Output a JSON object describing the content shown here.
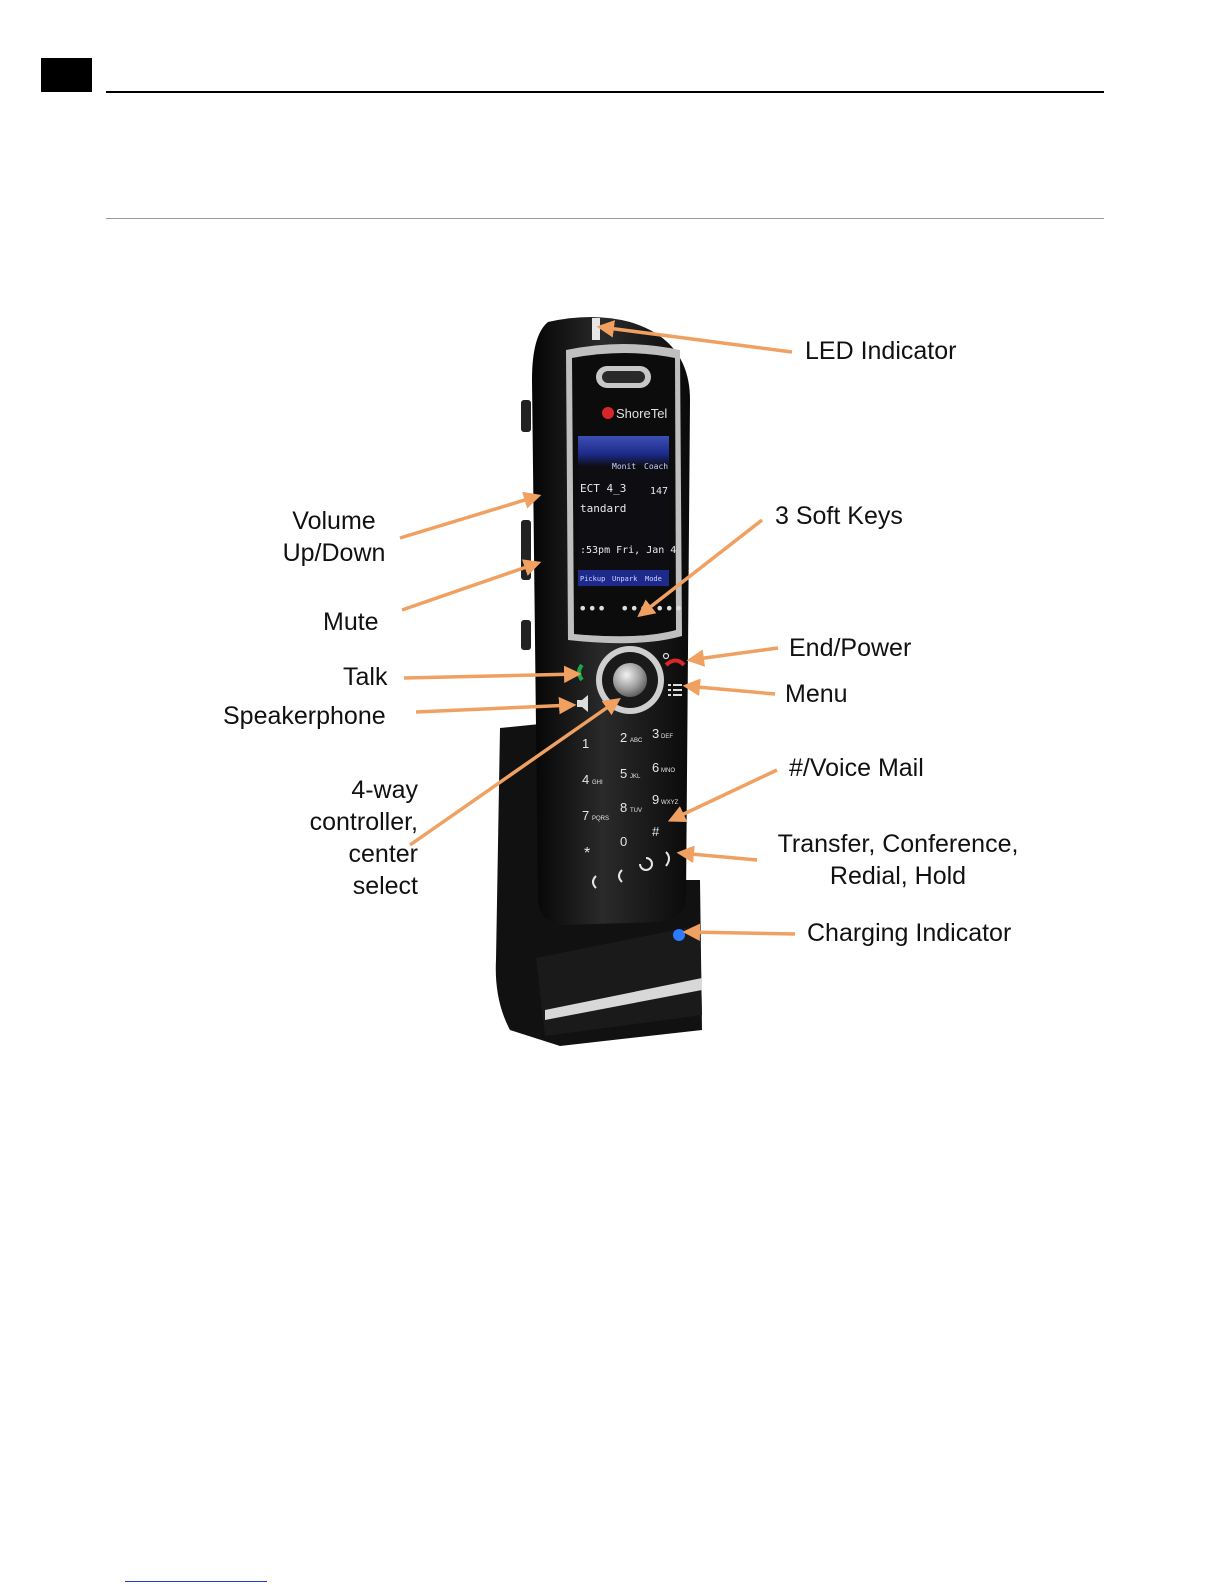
{
  "callouts": {
    "led_indicator": "LED Indicator",
    "volume": "Volume\nUp/Down",
    "soft_keys": "3 Soft Keys",
    "mute": "Mute",
    "end_power": "End/Power",
    "talk": "Talk",
    "menu": "Menu",
    "speakerphone": "Speakerphone",
    "voice_mail": "#/Voice Mail",
    "controller": "4-way\ncontroller,\ncenter\nselect",
    "transfer": "Transfer, Conference,\nRedial, Hold",
    "charging": "Charging Indicator"
  },
  "phone": {
    "brand": "ShoreTel",
    "screen": {
      "tab1": "Monit",
      "tab2": "Coach",
      "line1_left": "ECT 4_3",
      "line1_right": "147",
      "line2": "tandard",
      "line3": ":53pm Fri, Jan 4",
      "soft1": "Pickup",
      "soft2": "Unpark",
      "soft3": "Mode"
    },
    "keys": {
      "k1": "1",
      "k2": "2",
      "k2s": "ABC",
      "k3": "3",
      "k3s": "DEF",
      "k4": "4",
      "k4s": "GHI",
      "k5": "5",
      "k5s": "JKL",
      "k6": "6",
      "k6s": "MNO",
      "k7": "7",
      "k7s": "PQRS",
      "k8": "8",
      "k8s": "TUV",
      "k9": "9",
      "k9s": "WXYZ",
      "kstar": "*",
      "k0": "0",
      "khash": "#"
    }
  },
  "colors": {
    "arrow": "#f0a060",
    "body": "#141414",
    "chrome": "#c8c8c8",
    "screen": "#1d2a8c",
    "charge": "#2a7bff"
  }
}
